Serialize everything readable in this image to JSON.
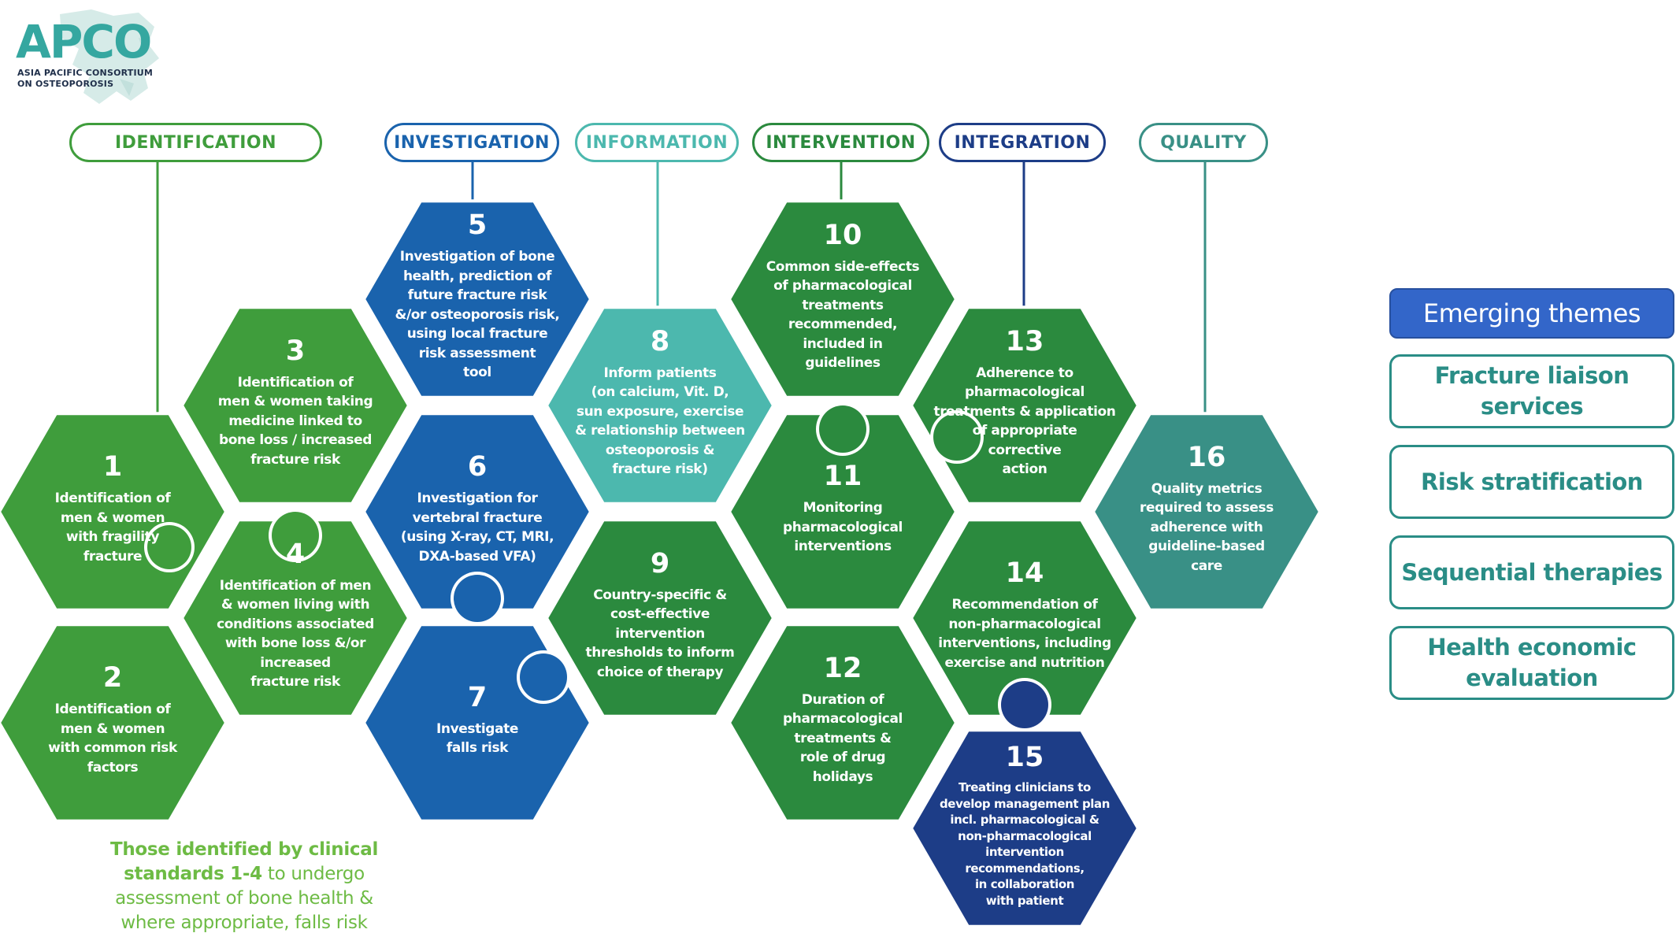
{
  "logo": {
    "title": "APCO",
    "line1": "ASIA PACIFIC CONSORTIUM",
    "line2": "ON OSTEOPOROSIS"
  },
  "colors": {
    "light_green": "#3f9d3c",
    "dark_green": "#2b8a3e",
    "blue": "#1a63ad",
    "teal_light": "#4cb8ae",
    "teal_dark": "#399086",
    "navy": "#1d3d87"
  },
  "categories": [
    {
      "id": "identification",
      "label": "IDENTIFICATION",
      "color": "#3f9d3c"
    },
    {
      "id": "investigation",
      "label": "INVESTIGATION",
      "color": "#1a63ad"
    },
    {
      "id": "information",
      "label": "INFORMATION",
      "color": "#4cb8ae"
    },
    {
      "id": "intervention",
      "label": "INTERVENTION",
      "color": "#2b8a3e"
    },
    {
      "id": "integration",
      "label": "INTEGRATION",
      "color": "#1d3d87"
    },
    {
      "id": "quality",
      "label": "QUALITY",
      "color": "#399086"
    }
  ],
  "standards": [
    {
      "number": "1",
      "text": "Identification of\nmen & women\nwith fragility\nfracture",
      "color": "#3f9d3c"
    },
    {
      "number": "2",
      "text": "Identification of\nmen & women\nwith common risk\nfactors",
      "color": "#3f9d3c"
    },
    {
      "number": "3",
      "text": "Identification of\nmen & women taking\nmedicine linked to\nbone loss / increased\nfracture risk",
      "color": "#3f9d3c"
    },
    {
      "number": "4",
      "text": "Identification of men\n& women living with\nconditions associated\nwith bone loss &/or\nincreased\nfracture risk",
      "color": "#3f9d3c"
    },
    {
      "number": "5",
      "text": "Investigation of bone\nhealth, prediction of\nfuture fracture risk\n&/or osteoporosis risk,\nusing local fracture\nrisk assessment\ntool",
      "color": "#1a63ad"
    },
    {
      "number": "6",
      "text": "Investigation for\nvertebral fracture\n(using X-ray, CT, MRI,\nDXA-based VFA)",
      "color": "#1a63ad"
    },
    {
      "number": "7",
      "text": "Investigate\nfalls risk",
      "color": "#1a63ad"
    },
    {
      "number": "8",
      "text": "Inform patients\n(on calcium, Vit. D,\nsun exposure, exercise\n& relationship between\nosteoporosis &\nfracture risk)",
      "color": "#4cb8ae"
    },
    {
      "number": "9",
      "text": "Country-specific &\ncost-effective\nintervention\nthresholds to inform\nchoice of therapy",
      "color": "#2b8a3e"
    },
    {
      "number": "10",
      "text": "Common side-effects\nof pharmacological\ntreatments\nrecommended,\nincluded in\nguidelines",
      "color": "#2b8a3e"
    },
    {
      "number": "11",
      "text": "Monitoring\npharmacological\ninterventions",
      "color": "#2b8a3e"
    },
    {
      "number": "12",
      "text": "Duration of\npharmacological\ntreatments &\nrole of drug\nholidays",
      "color": "#2b8a3e"
    },
    {
      "number": "13",
      "text": "Adherence to\npharmacological\ntreatments & application\nof appropriate\ncorrective\naction",
      "color": "#2b8a3e"
    },
    {
      "number": "14",
      "text": "Recommendation of\nnon-pharmacological\ninterventions, including\nexercise and nutrition",
      "color": "#2b8a3e"
    },
    {
      "number": "15",
      "text": "Treating clinicians to\ndevelop management plan\nincl. pharmacological &\nnon-pharmacological\nintervention\nrecommendations,\nin collaboration\nwith patient",
      "color": "#1d3d87"
    },
    {
      "number": "16",
      "text": "Quality metrics\nrequired to assess\nadherence with\nguideline-based\ncare",
      "color": "#399086"
    }
  ],
  "emerging_themes": {
    "heading": "Emerging themes",
    "items": [
      "Fracture liaison\nservices",
      "Risk stratification",
      "Sequential therapies",
      "Health economic\nevaluation"
    ]
  },
  "footnote": {
    "bold": "Those identified by clinical standards 1-4",
    "rest": " to undergo assessment of bone health & where appropriate, falls risk"
  }
}
